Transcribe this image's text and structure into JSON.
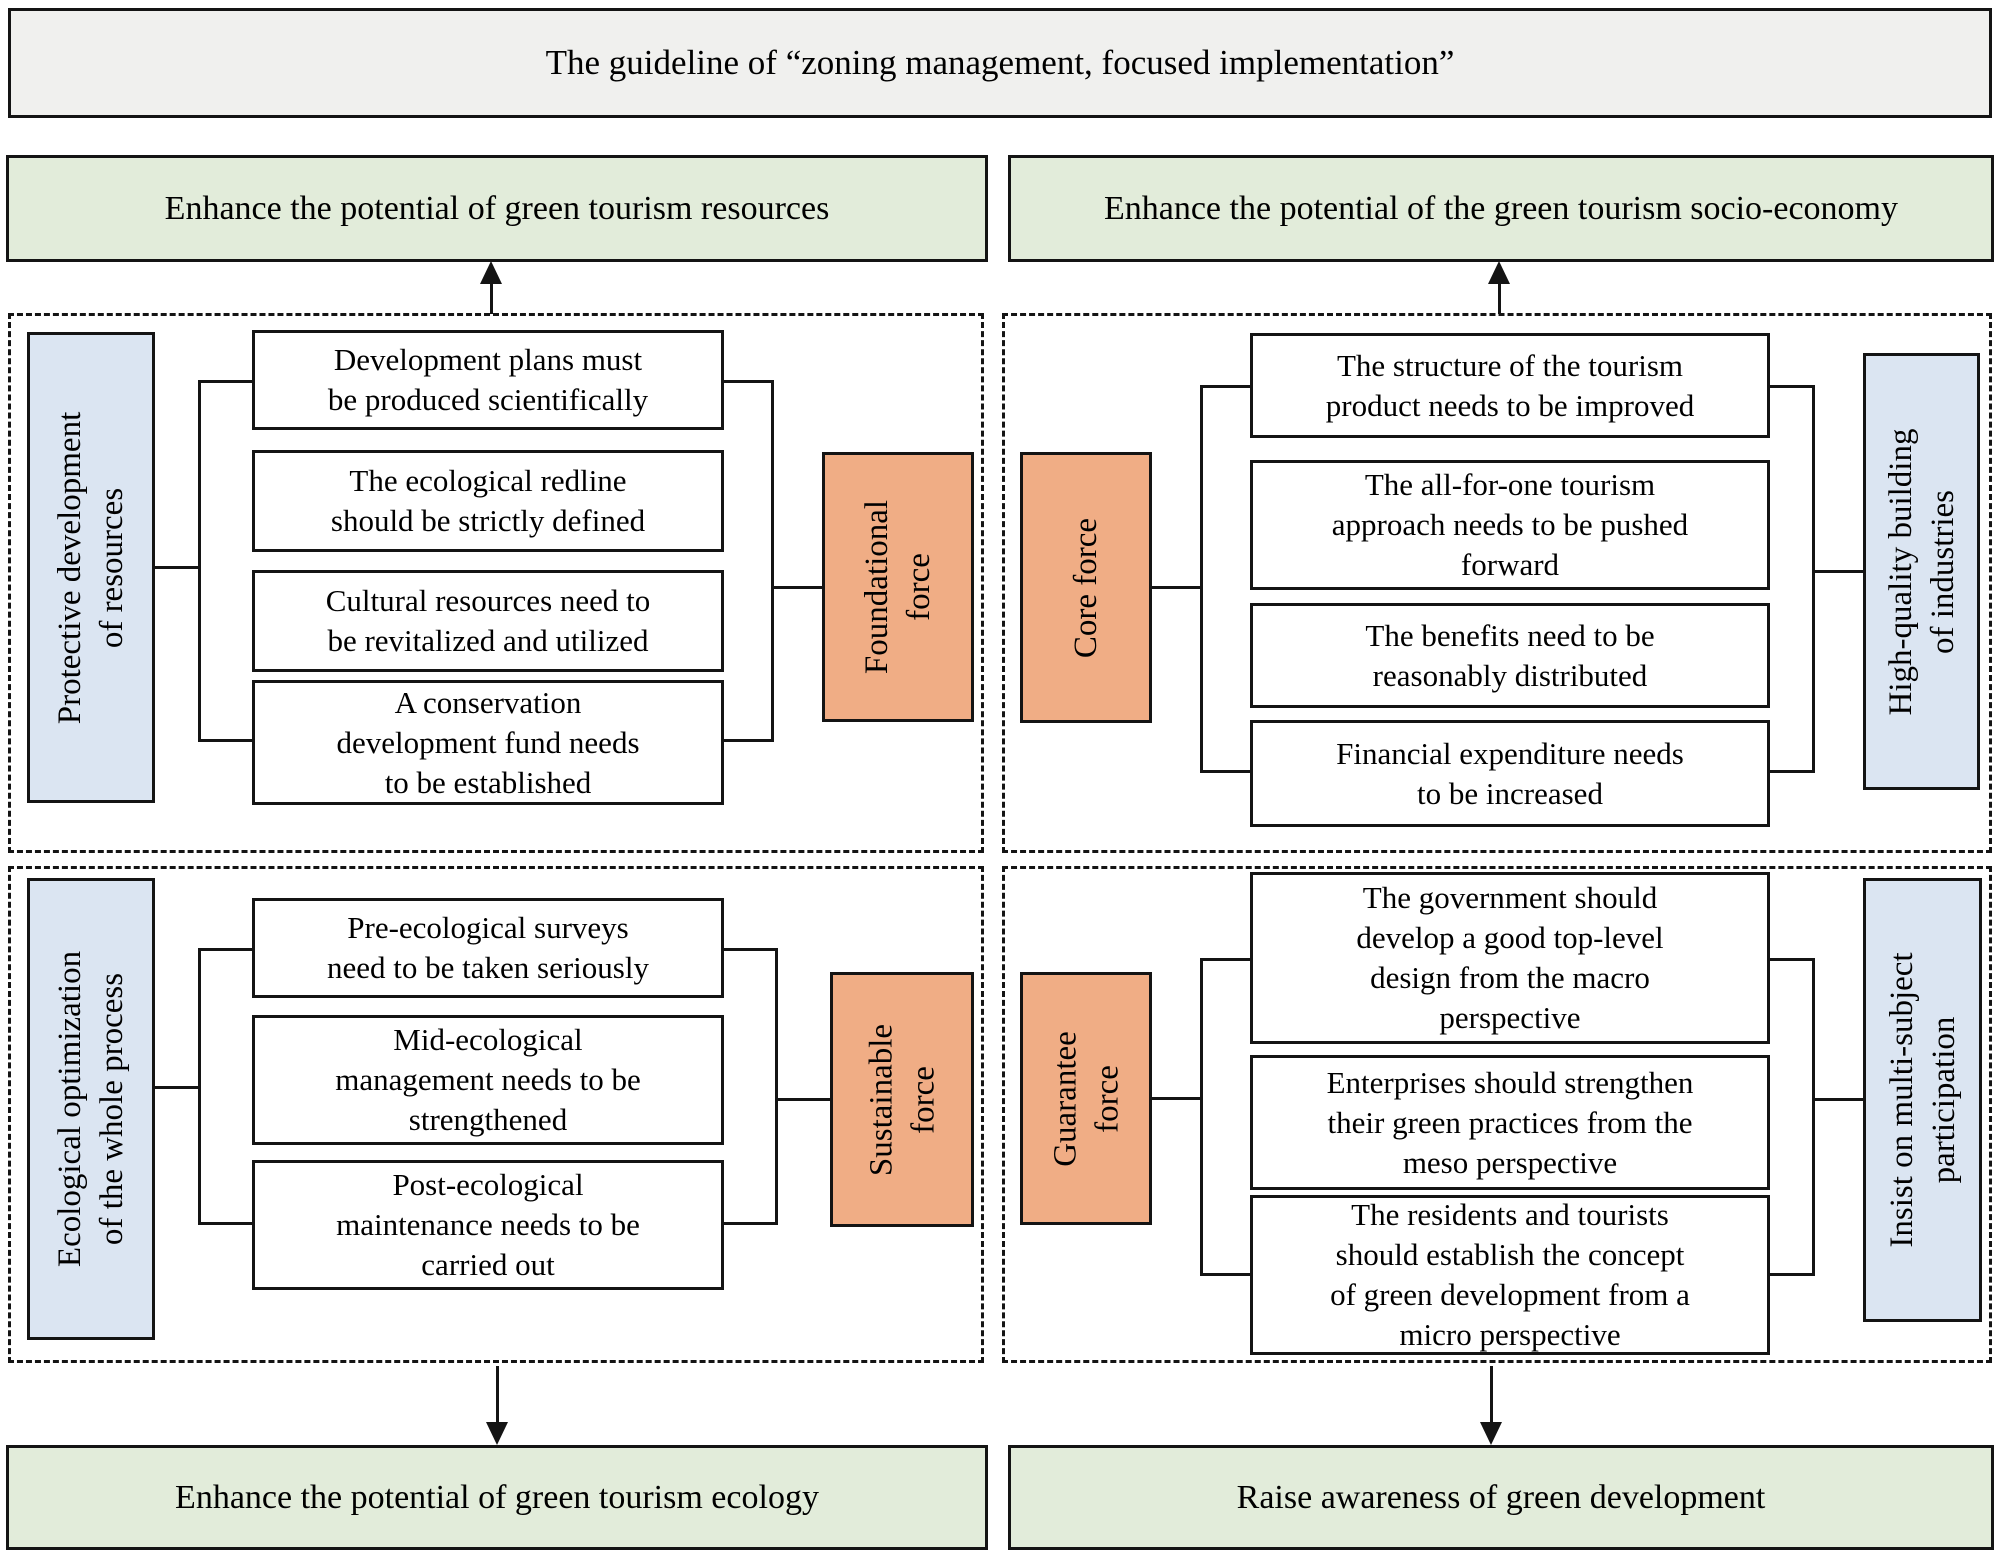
{
  "title": "The guideline of “zoning management, focused implementation”",
  "outcomes": {
    "top_left": "Enhance the potential of green tourism resources",
    "top_right": "Enhance the potential of the green tourism socio-economy",
    "bottom_left": "Enhance the potential of green tourism ecology",
    "bottom_right": "Raise  awareness of green development"
  },
  "quadrants": {
    "top_left": {
      "category": "Protective development\nof resources",
      "force": "Foundational\nforce",
      "items": [
        "Development plans must\nbe produced scientifically",
        "The ecological redline\nshould be strictly defined",
        "Cultural resources need to\nbe revitalized and utilized",
        "A conservation\ndevelopment fund needs\nto be established"
      ]
    },
    "top_right": {
      "force": "Core force",
      "category": "High-quality building\nof industries",
      "items": [
        "The structure of the tourism\nproduct needs to be improved",
        "The all-for-one tourism\napproach needs to be pushed\nforward",
        "The benefits need to be\nreasonably distributed",
        "Financial expenditure needs\nto be increased"
      ]
    },
    "bottom_left": {
      "category": "Ecological optimization\nof the whole process",
      "force": "Sustainable\nforce",
      "items": [
        "Pre-ecological surveys\nneed to be taken seriously",
        "Mid-ecological\nmanagement needs to be\nstrengthened",
        "Post-ecological\nmaintenance needs to be\ncarried out"
      ]
    },
    "bottom_right": {
      "force": "Guarantee\nforce",
      "category": "Insist on multi-subject\nparticipation",
      "items": [
        "The government should\ndevelop a good top-level\ndesign from the macro\nperspective",
        "Enterprises should strengthen\ntheir green practices from the\nmeso perspective",
        "The residents and tourists\nshould establish the concept\nof green development from a\nmicro perspective"
      ]
    }
  },
  "colors": {
    "green": "#e2ecda",
    "blue": "#dbe5f2",
    "orange": "#f0ad85",
    "gray": "#f0f0ee",
    "line": "#141414"
  }
}
